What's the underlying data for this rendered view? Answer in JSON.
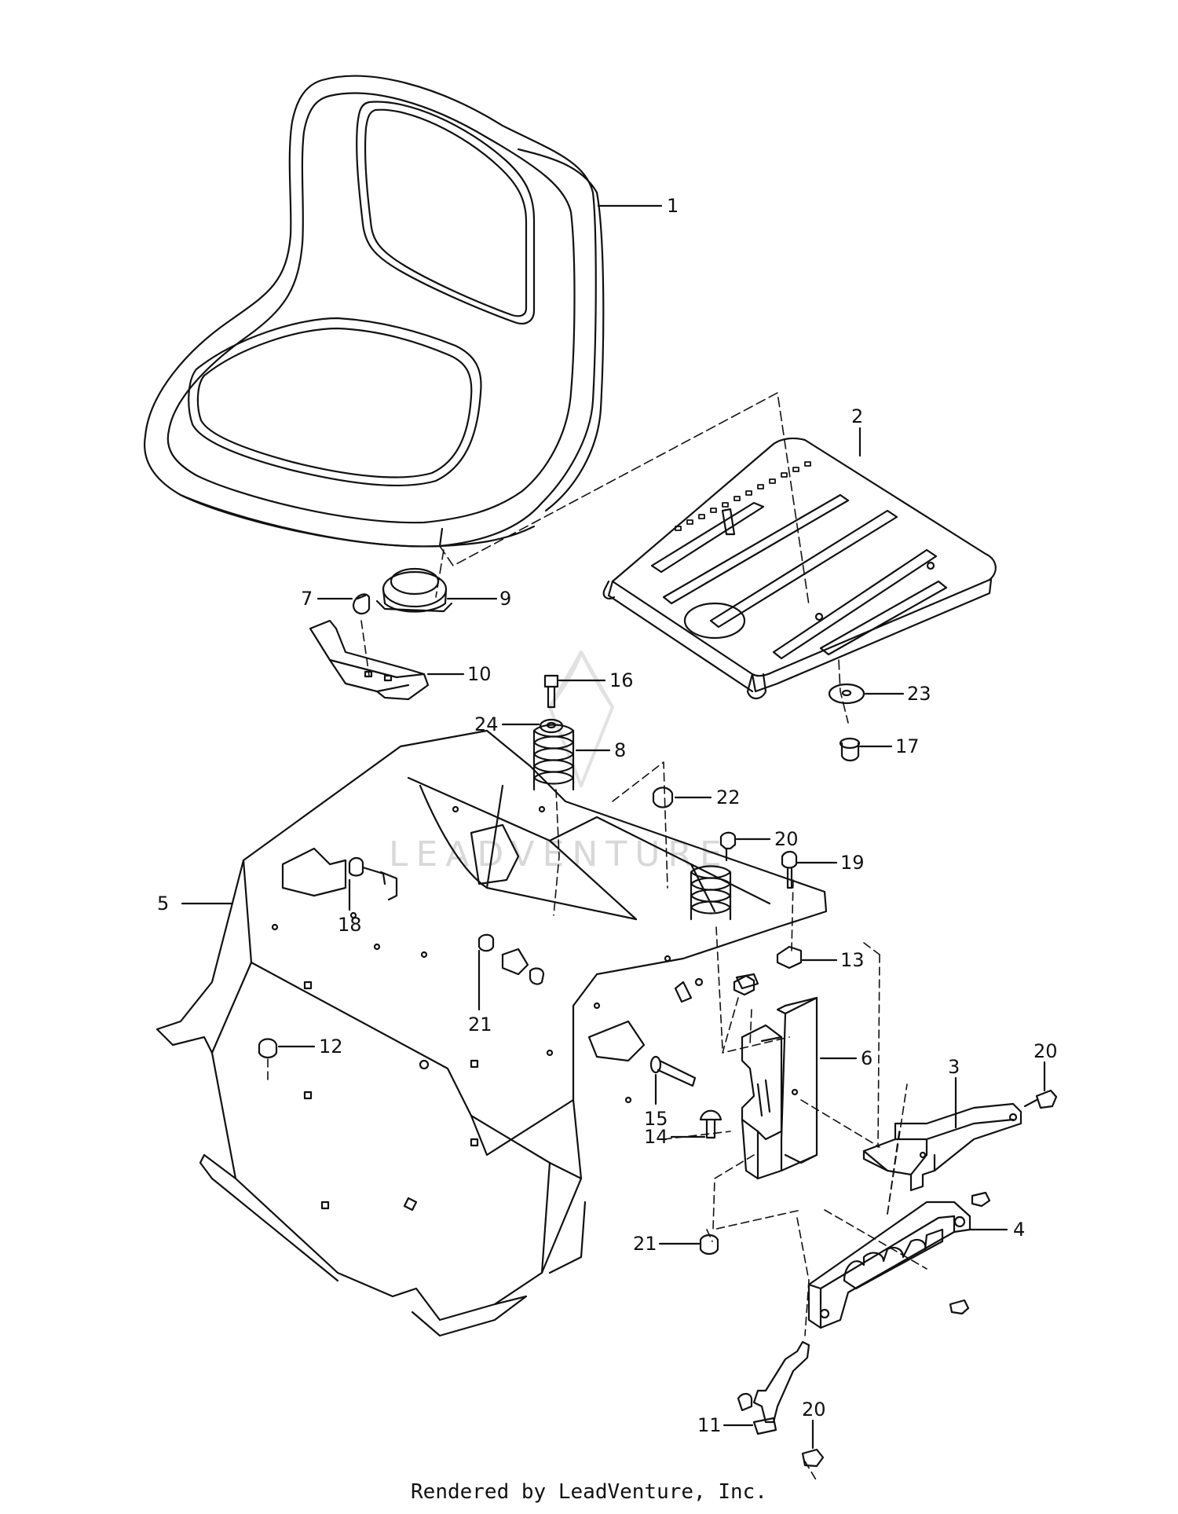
{
  "watermark": "LEADVENTURE",
  "footer": "Rendered by LeadVenture, Inc.",
  "callouts": {
    "p1": "1",
    "p2": "2",
    "p3": "3",
    "p4": "4",
    "p5": "5",
    "p6": "6",
    "p7": "7",
    "p8": "8",
    "p9": "9",
    "p10": "10",
    "p11": "11",
    "p12": "12",
    "p13": "13",
    "p14": "14",
    "p15": "15",
    "p16": "16",
    "p17": "17",
    "p18": "18",
    "p19": "19",
    "p20": "20",
    "p21": "21",
    "p22": "22",
    "p23": "23",
    "p24": "24"
  }
}
